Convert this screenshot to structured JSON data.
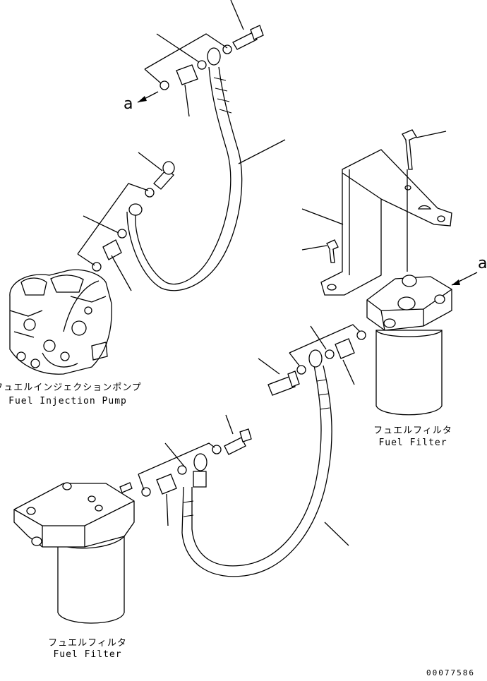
{
  "labels": {
    "pump_jp": "フュエルインジェクションポンプ",
    "pump_en": "Fuel Injection Pump",
    "filter_right_jp": "フュエルフィルタ",
    "filter_right_en": "Fuel Filter",
    "filter_left_jp": "フュエルフィルタ",
    "filter_left_en": "Fuel Filter",
    "ref_top": "a",
    "ref_right": "a",
    "drawing_number": "00077586"
  }
}
